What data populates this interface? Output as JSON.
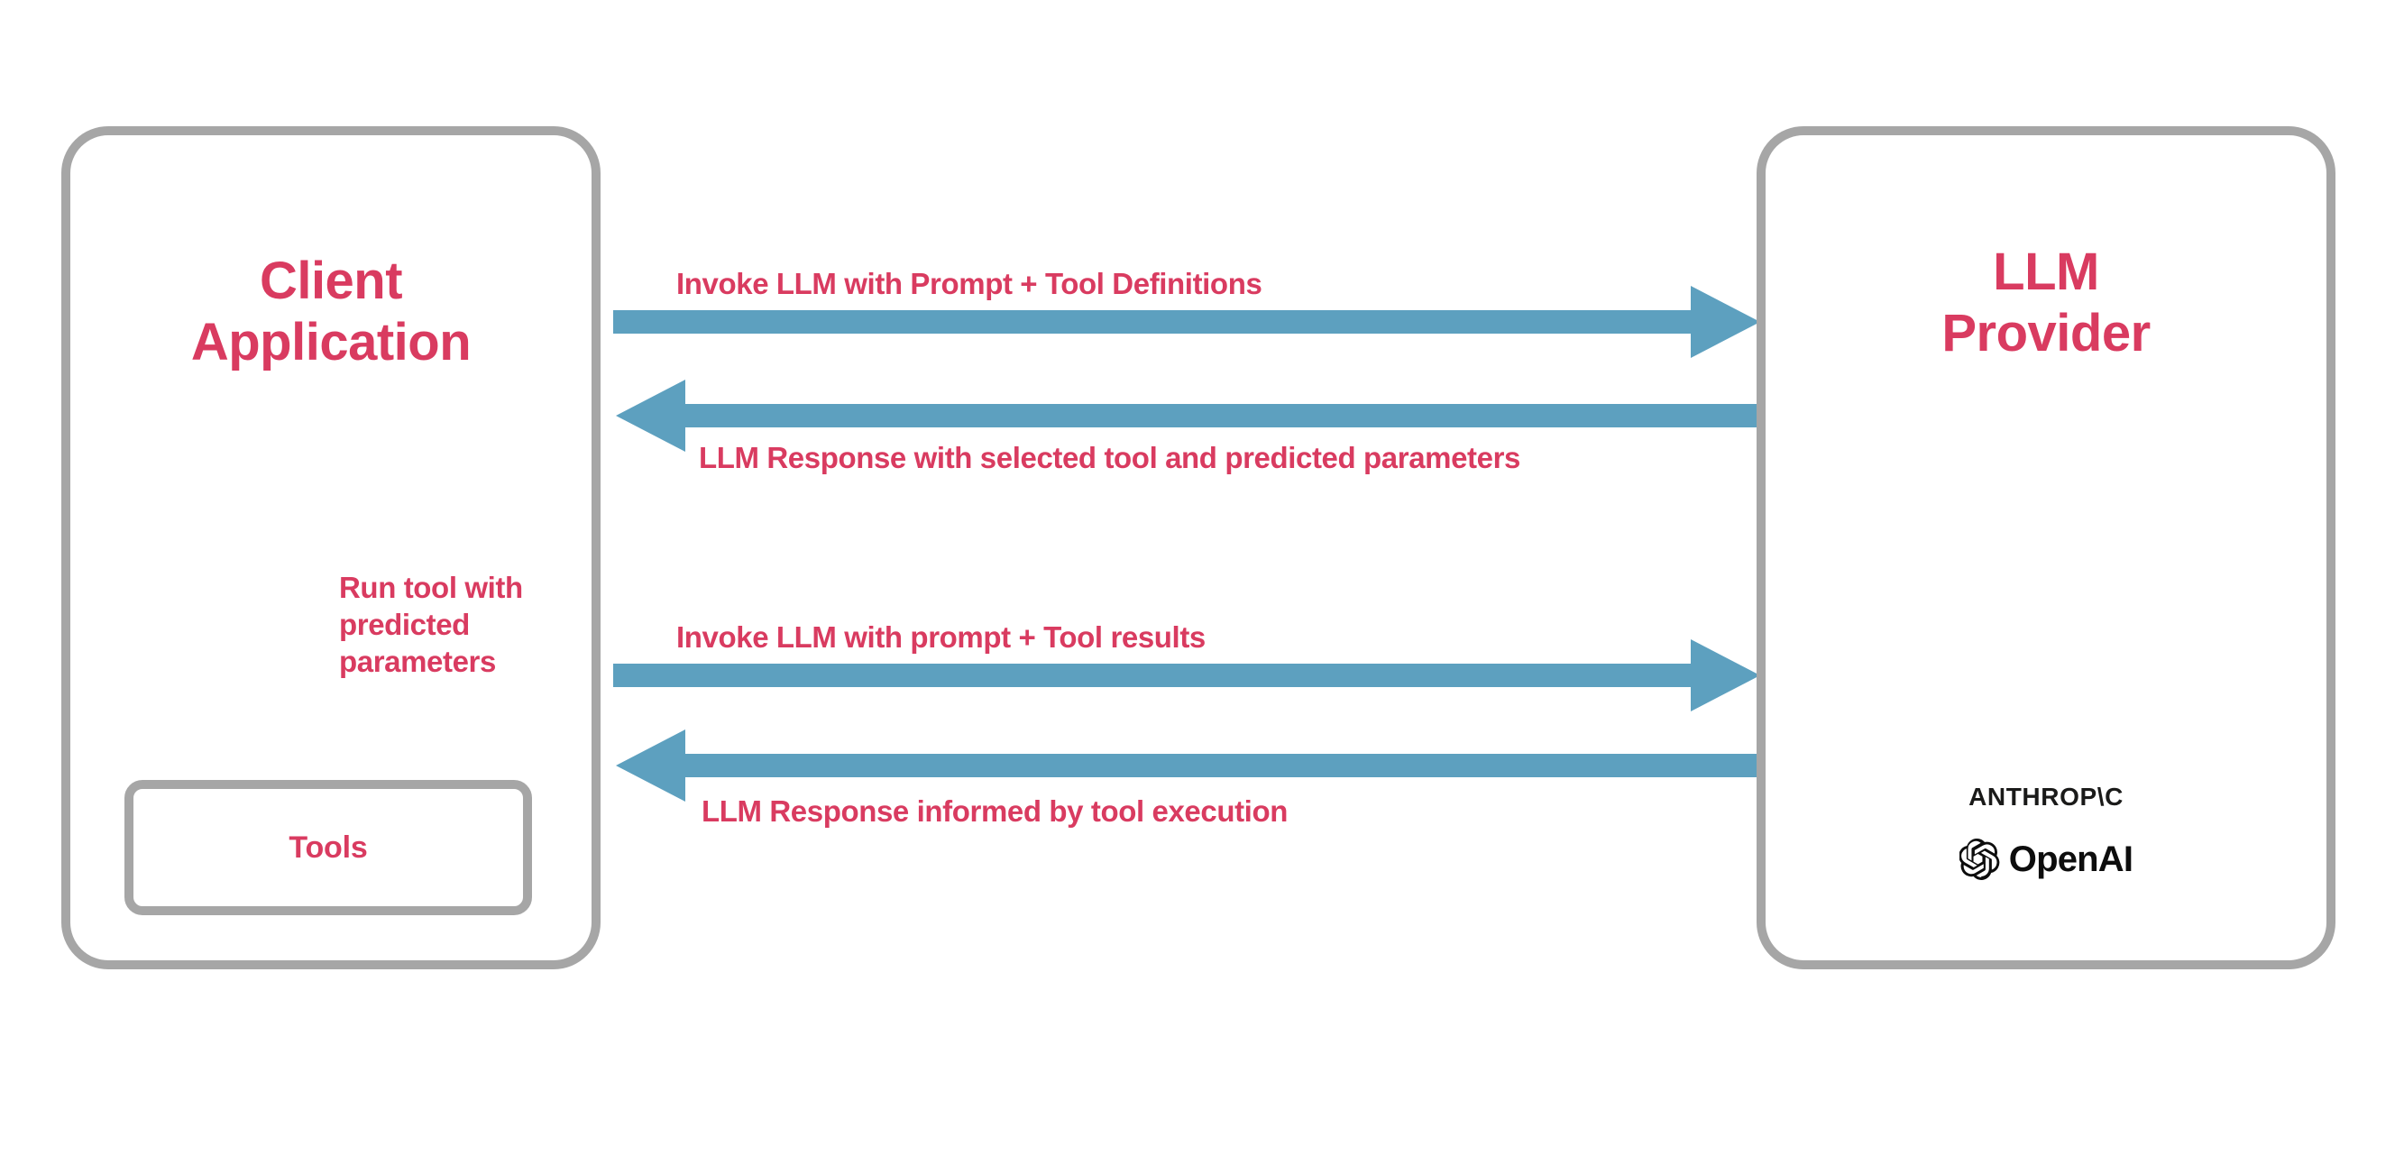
{
  "diagram": {
    "title": "LLM tool-calling sequence between a client application and an LLM provider",
    "colors": {
      "accent_text": "#d93b60",
      "box_border": "#a6a6a6",
      "arrow": "#5da0bf",
      "logo_text": "#1a1a19",
      "background": "#ffffff"
    }
  },
  "nodes": {
    "client": {
      "title": "Client\nApplication",
      "title_line1": "Client",
      "title_line2": "Application"
    },
    "provider": {
      "title": "LLM\nProvider",
      "title_line1": "LLM",
      "title_line2": "Provider"
    },
    "tools": {
      "label": "Tools"
    }
  },
  "flows": [
    {
      "id": "invoke-1",
      "label": "Invoke LLM with Prompt + Tool Definitions",
      "direction": "right",
      "from": "client",
      "to": "provider"
    },
    {
      "id": "response-1",
      "label": "LLM Response with selected tool and predicted parameters",
      "direction": "left",
      "from": "provider",
      "to": "client"
    },
    {
      "id": "invoke-2",
      "label": "Invoke LLM with prompt + Tool results",
      "direction": "right",
      "from": "client",
      "to": "provider"
    },
    {
      "id": "response-2",
      "label": "LLM Response informed by tool execution",
      "direction": "left",
      "from": "provider",
      "to": "client"
    }
  ],
  "internal_flow": {
    "id": "run-tool",
    "label": "Run tool with\npredicted\nparameters",
    "direction": "down",
    "from": "client",
    "to": "tools"
  },
  "provider_logos": [
    {
      "name": "anthropic-logo",
      "text": "ANTHROP\\C"
    },
    {
      "name": "openai-logo",
      "text": "OpenAI"
    }
  ]
}
